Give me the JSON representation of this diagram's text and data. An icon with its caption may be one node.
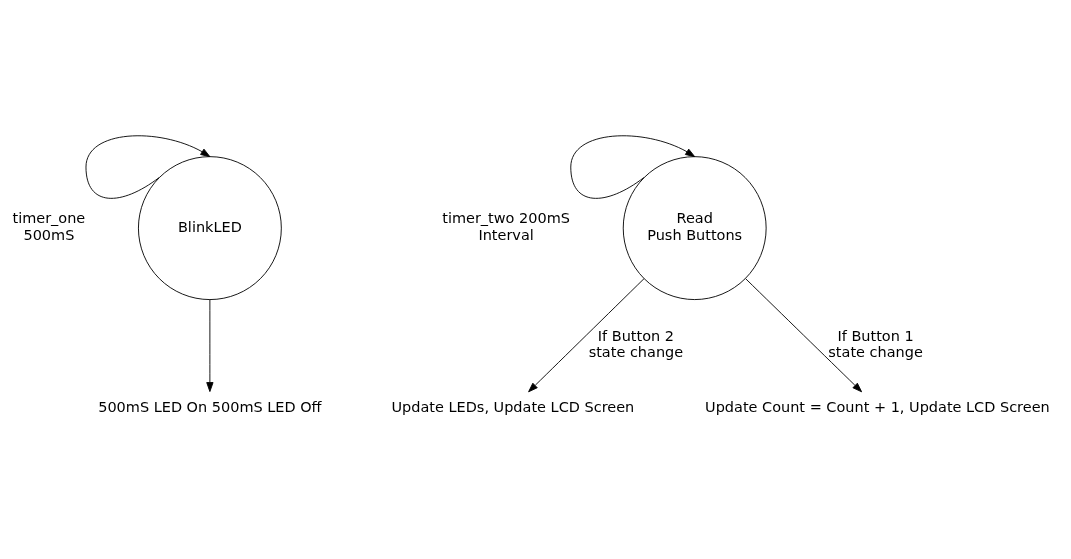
{
  "diagram": {
    "nodes": [
      {
        "text": [
          "BlinkLED"
        ]
      },
      {
        "text": [
          "500mS LED On 500mS LED Off"
        ]
      },
      {
        "text": [
          "Read Push Buttons"
        ]
      },
      {
        "text": [
          "Update LEDs, Update LCD Screen"
        ]
      },
      {
        "text": [
          "Update Count = Count + 1, Update LCD Screen"
        ]
      }
    ],
    "edges": [
      {
        "from": 0,
        "to": 0,
        "arrow": "to",
        "label": "timer_one 500mS"
      },
      {
        "from": 0,
        "to": 1,
        "arrow": "to"
      },
      {
        "from": 2,
        "to": 2,
        "arrow": "to",
        "label": "timer_two 200mS Interval"
      },
      {
        "from": 2,
        "to": 3,
        "arrow": "to",
        "label": "If Button 2 state change"
      },
      {
        "from": 2,
        "to": 4,
        "arrow": "to",
        "label": "If Button 1 state change"
      }
    ]
  }
}
